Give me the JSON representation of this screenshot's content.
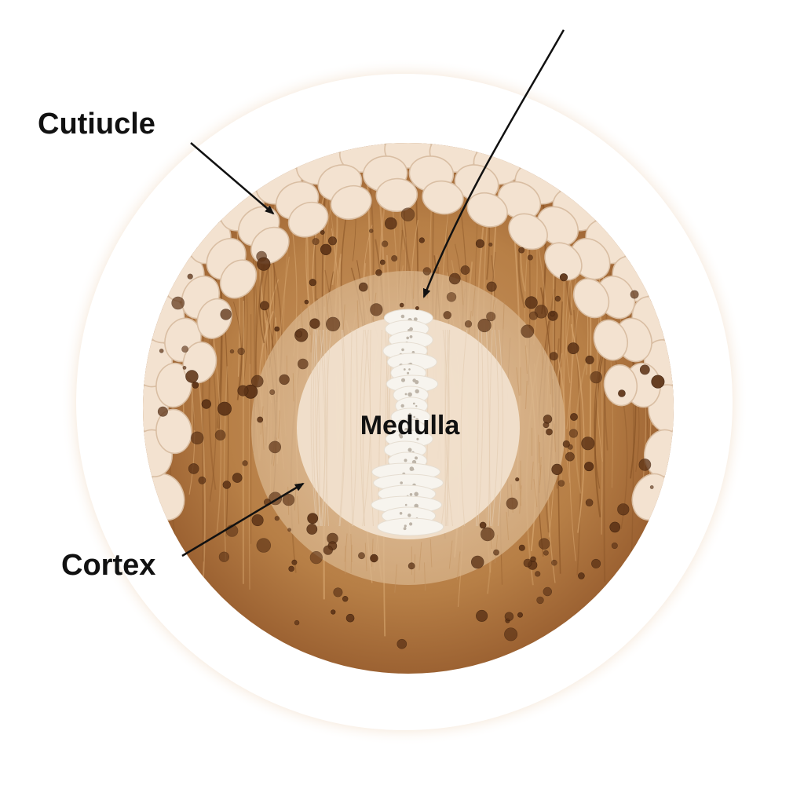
{
  "labels": {
    "cuticle": "Cutiucle",
    "medulla": "Medulla",
    "cortex": "Cortex"
  },
  "colors": {
    "halo": "#f1dcc6",
    "cuticle_fill": "#f3e2d0",
    "cuticle_edge": "#d9bea3",
    "cortex_base": "#b77f46",
    "cortex_fiber": "#8a5527",
    "inner_ring": "#e2c3a0",
    "medulla_fill": "#f2e2cf",
    "medulla_core": "#f7f4ee",
    "pigment": "#5e3417",
    "label_text": "#111111",
    "arrow": "#111111"
  }
}
